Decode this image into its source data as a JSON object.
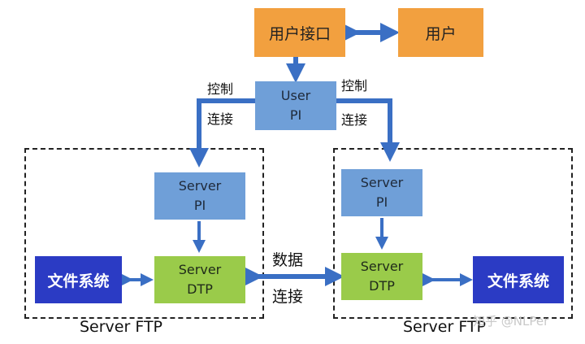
{
  "user_interface": "用户接口",
  "user": "用户",
  "user_pi": {
    "line1": "User",
    "line2": "PI"
  },
  "left_control": {
    "line1": "控制",
    "line2": "连接"
  },
  "right_control": {
    "line1": "控制",
    "line2": "连接"
  },
  "server_pi_left": {
    "line1": "Server",
    "line2": "PI"
  },
  "server_pi_right": {
    "line1": "Server",
    "line2": "PI"
  },
  "server_dtp_left": {
    "line1": "Server",
    "line2": "DTP"
  },
  "server_dtp_right": {
    "line1": "Server",
    "line2": "DTP"
  },
  "fs_left": "文件系统",
  "fs_right": "文件系统",
  "data_conn": {
    "line1": "数据",
    "line2": "连接"
  },
  "server_ftp_left": "Server FTP",
  "server_ftp_right": "Server FTP",
  "watermark": "知乎 @NLPer",
  "colors": {
    "orange": "#f2a03f",
    "blue": "#6f9fd8",
    "green": "#9acb4a",
    "navy": "#2b3bc4",
    "arrow": "#3a6fc4"
  }
}
